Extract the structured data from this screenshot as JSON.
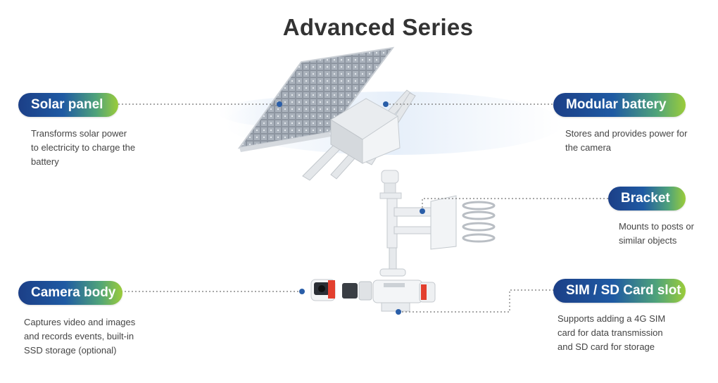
{
  "title": "Advanced Series",
  "components": [
    {
      "label": "Solar panel",
      "description_lines": [
        "Transforms solar power",
        "to electricity to charge the",
        "battery"
      ]
    },
    {
      "label": "Modular battery",
      "description_lines": [
        "Stores and provides power for",
        "the camera"
      ]
    },
    {
      "label": "Bracket",
      "description_lines": [
        "Mounts to posts or",
        "similar objects"
      ]
    },
    {
      "label": "Camera body",
      "description_lines": [
        "Captures video and images",
        "and records events, built-in",
        "SSD storage (optional)"
      ]
    },
    {
      "label": "SIM / SD Card slot",
      "description_lines": [
        "Supports adding a 4G SIM",
        "card for data transmission",
        "and SD card for storage"
      ]
    }
  ],
  "colors": {
    "pill_gradient_start": "#1c3f87",
    "pill_gradient_end": "#9bcc3a",
    "connector_dot": "#2a5ea8",
    "connector_line": "#8a8a8a"
  }
}
